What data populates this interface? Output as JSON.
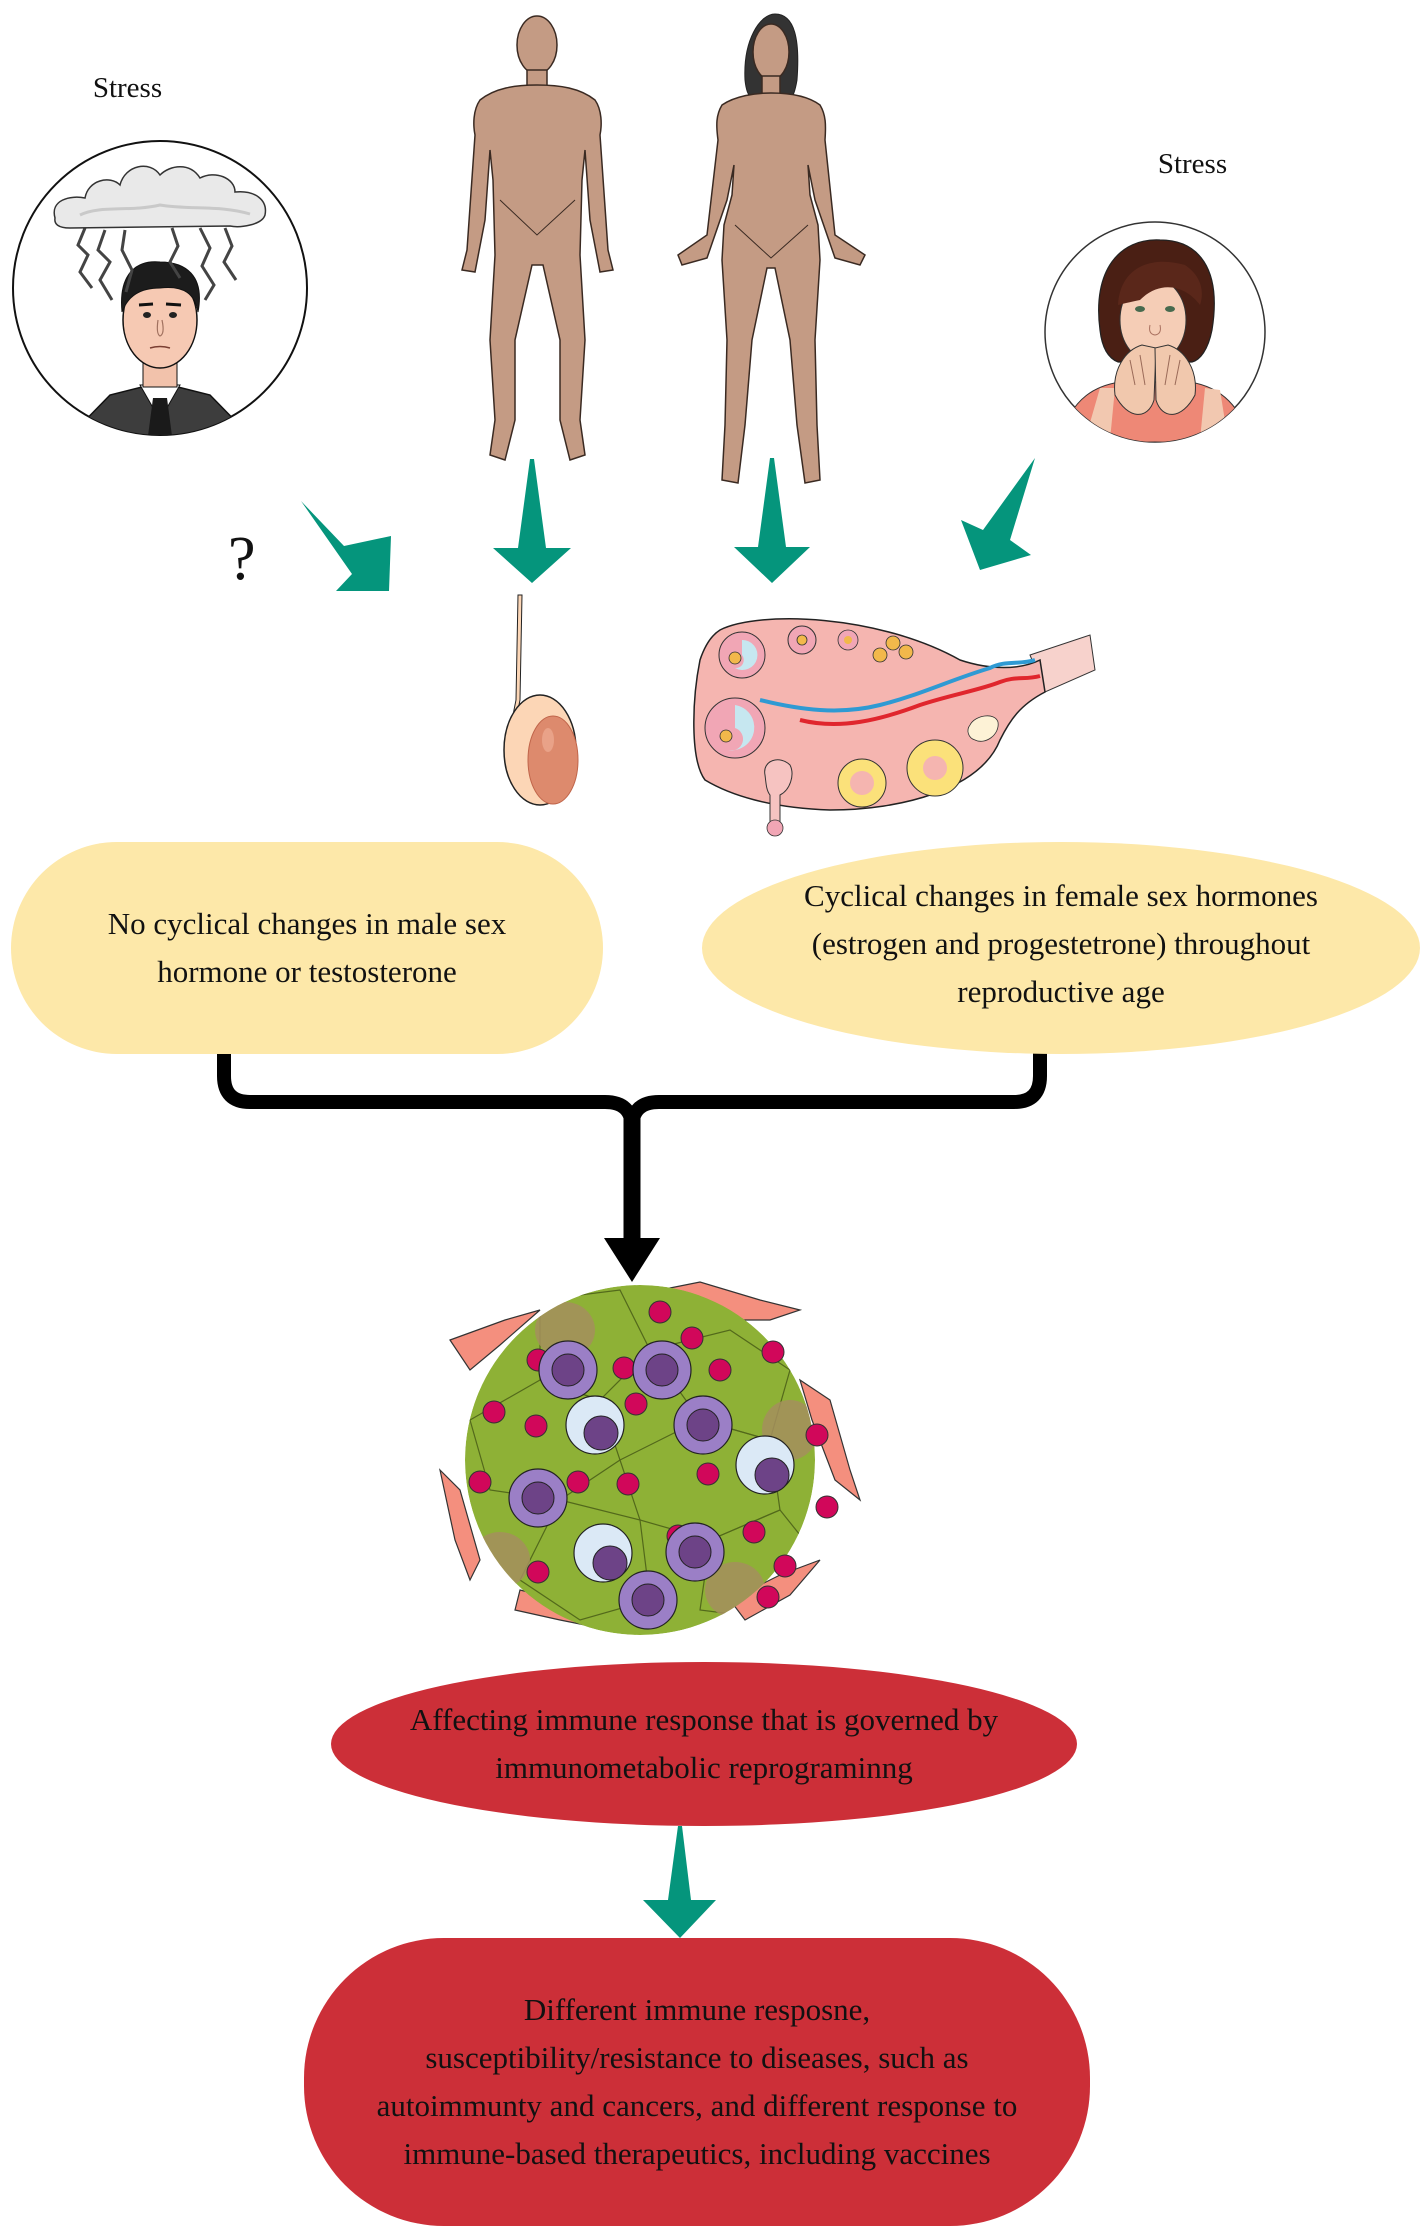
{
  "figure": {
    "left_stress": {
      "label": "Stress",
      "illustration": "stressed-man-with-storm-cloud-icon"
    },
    "right_stress": {
      "label": "Stress",
      "illustration": "anxious-woman-biting-nails-icon"
    },
    "bodies": {
      "male": "male-body-figure-icon",
      "female": "female-body-figure-icon"
    },
    "unknown_marker": "?",
    "organs": {
      "male": "testis-icon",
      "female": "ovary-icon"
    },
    "male_box": {
      "lines": [
        "No cyclical changes in male sex",
        "hormone or testosterone"
      ]
    },
    "female_box": {
      "lines": [
        "Cyclical changes in female sex hormones",
        "(estrogen and progestetrone) throughout",
        "reproductive age"
      ]
    },
    "tissue": "immune-cell-cluster-icon",
    "immune_box": {
      "lines": [
        "Affecting immune response that is governed by",
        "immunometabolic reprograminng"
      ]
    },
    "outcome_box": {
      "lines": [
        "Different immune resposne,",
        "susceptibility/resistance to diseases, such as",
        "autoimmunty and cancers, and different response to",
        "immune-based therapeutics, including vaccines"
      ]
    },
    "colors": {
      "arrow_green": "#05957C",
      "connector_black": "#000000",
      "hormone_box_yellow": "#FDE8A9",
      "immune_box_red": "#CC2F38"
    }
  }
}
